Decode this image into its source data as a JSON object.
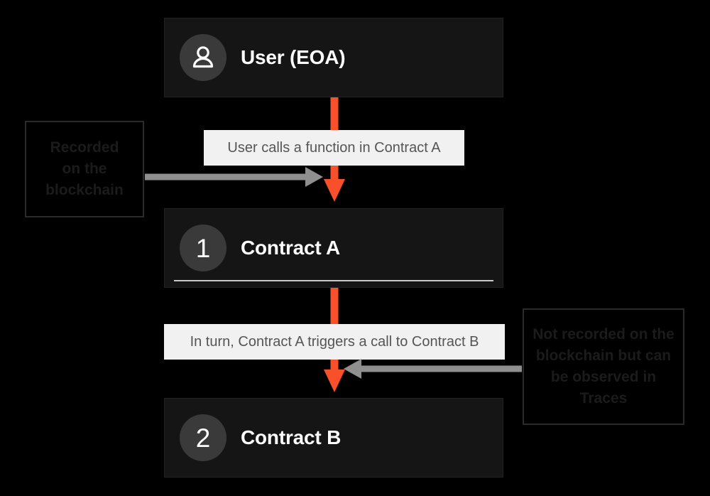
{
  "diagram": {
    "title": "Transaction call flow: User to Contract A to Contract B",
    "background_color": "#000000",
    "accent_color": "#f8502a",
    "card_color": "#151515",
    "label_color": "#f1f1f1",
    "arrow_gray": "#8f8f8f"
  },
  "nodes": [
    {
      "id": "user",
      "badge": "person-icon",
      "badge_type": "icon",
      "title": "User (EOA)",
      "has_underline": false
    },
    {
      "id": "contract-a",
      "badge": "1",
      "badge_type": "number",
      "title": "Contract A",
      "has_underline": true
    },
    {
      "id": "contract-b",
      "badge": "2",
      "badge_type": "number",
      "title": "Contract B",
      "has_underline": false
    }
  ],
  "step_labels": [
    {
      "id": "step-1",
      "text": "User calls a function in Contract A"
    },
    {
      "id": "step-2",
      "text": "In turn, Contract A triggers a call to Contract B"
    }
  ],
  "notes": [
    {
      "id": "note-left",
      "lines": [
        "Recorded",
        "on the",
        "blockchain"
      ],
      "points_to": "step-1"
    },
    {
      "id": "note-right",
      "lines": [
        "Not recorded on the",
        "blockchain but can",
        "be observed in",
        "Traces"
      ],
      "points_to": "step-2"
    }
  ],
  "connectors": [
    {
      "id": "flow-1",
      "from": "user",
      "to": "contract-a",
      "direction": "down",
      "color": "#f8502a"
    },
    {
      "id": "flow-2",
      "from": "contract-a",
      "to": "contract-b",
      "direction": "down",
      "color": "#f8502a"
    },
    {
      "id": "pointer-left",
      "from": "note-left",
      "to": "flow-1",
      "direction": "right",
      "color": "#8f8f8f"
    },
    {
      "id": "pointer-right",
      "from": "note-right",
      "to": "flow-2",
      "direction": "left",
      "color": "#8f8f8f"
    }
  ]
}
